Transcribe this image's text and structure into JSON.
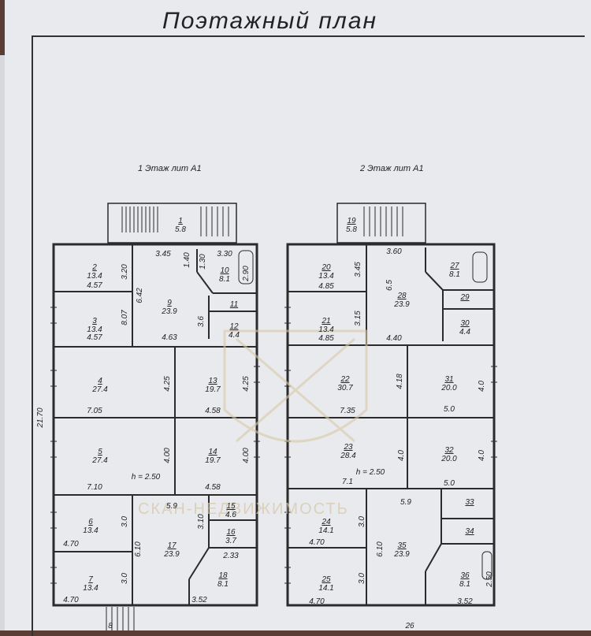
{
  "header": {
    "title": "Поэтажный план"
  },
  "floor1": {
    "label": "1 Этаж лит А1",
    "rooms": [
      {
        "num": "1",
        "area": "5.8"
      },
      {
        "num": "2",
        "area": "13.4"
      },
      {
        "num": "3",
        "area": "13.4"
      },
      {
        "num": "4",
        "area": "27.4"
      },
      {
        "num": "5",
        "area": "27.4"
      },
      {
        "num": "6",
        "area": "13.4"
      },
      {
        "num": "7",
        "area": "13.4"
      },
      {
        "num": "9",
        "area": "23.9"
      },
      {
        "num": "10",
        "area": "8.1"
      },
      {
        "num": "11",
        "area": ""
      },
      {
        "num": "12",
        "area": "4.4"
      },
      {
        "num": "13",
        "area": "19.7"
      },
      {
        "num": "14",
        "area": "19.7"
      },
      {
        "num": "15",
        "area": "4.6"
      },
      {
        "num": "16",
        "area": "3.7"
      },
      {
        "num": "17",
        "area": "23.9"
      },
      {
        "num": "18",
        "area": "8.1"
      }
    ],
    "dims": [
      "3.45",
      "1.40",
      "1.30",
      "3.30",
      "3.20",
      "4.57",
      "6.42",
      "8.07",
      "4.57",
      "4.63",
      "3.6",
      "2.90",
      "21.70",
      "4.25",
      "7.05",
      "4.25",
      "4.58",
      "4.00",
      "7.10",
      "4.00",
      "4.58",
      "5.9",
      "3.10",
      "3.0",
      "4.70",
      "6.10",
      "3.0",
      "4.70",
      "2.33",
      "3.52",
      "8"
    ],
    "height": "h = 2.50"
  },
  "floor2": {
    "label": "2 Этаж лит А1",
    "rooms": [
      {
        "num": "19",
        "area": "5.8"
      },
      {
        "num": "20",
        "area": "13.4"
      },
      {
        "num": "21",
        "area": "13.4"
      },
      {
        "num": "22",
        "area": "30.7"
      },
      {
        "num": "23",
        "area": "28.4"
      },
      {
        "num": "24",
        "area": "14.1"
      },
      {
        "num": "25",
        "area": "14.1"
      },
      {
        "num": "27",
        "area": "8.1"
      },
      {
        "num": "28",
        "area": "23.9"
      },
      {
        "num": "29",
        "area": ""
      },
      {
        "num": "30",
        "area": "4.4"
      },
      {
        "num": "31",
        "area": "20.0"
      },
      {
        "num": "32",
        "area": "20.0"
      },
      {
        "num": "33",
        "area": ""
      },
      {
        "num": "34",
        "area": ""
      },
      {
        "num": "35",
        "area": "23.9"
      },
      {
        "num": "36",
        "area": "8.1"
      }
    ],
    "dims": [
      "3.60",
      "3.45",
      "6.5",
      "4.85",
      "3.15",
      "4.85",
      "4.40",
      "4.18",
      "7.35",
      "4.0",
      "5.0",
      "4.0",
      "4.0",
      "7.1",
      "5.0",
      "5.9",
      "3.0",
      "4.70",
      "6.10",
      "3.0",
      "4.70",
      "2.50",
      "3.52",
      "26"
    ],
    "height": "h = 2.50"
  },
  "watermark": "СКАН-НЕДВИЖИМОСТЬ",
  "colors": {
    "line": "#2b2b2b",
    "paper": "#e9eaee",
    "background": "#5a3d34"
  }
}
